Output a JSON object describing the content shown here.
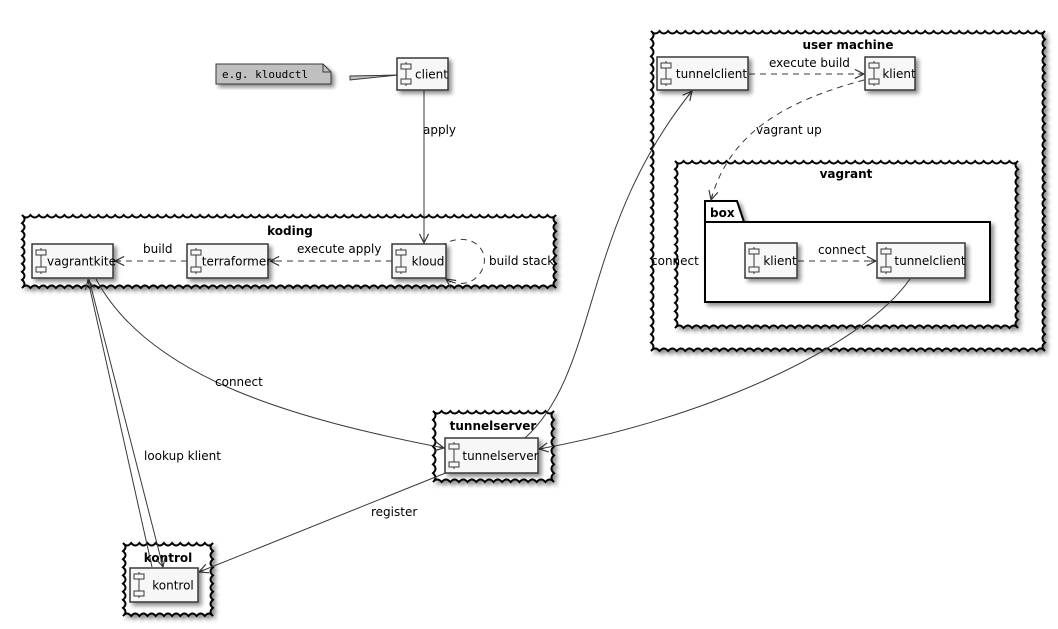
{
  "diagram": {
    "note": {
      "text": "e.g. kloudctl"
    },
    "containers": [
      {
        "id": "koding",
        "title": "koding",
        "style": "cloud"
      },
      {
        "id": "user_machine",
        "title": "user machine",
        "style": "cloud"
      },
      {
        "id": "vagrant",
        "title": "vagrant",
        "style": "cloud"
      },
      {
        "id": "box",
        "title": "box",
        "style": "folder"
      },
      {
        "id": "tunnelserver_node",
        "title": "tunnelserver",
        "style": "cloud"
      },
      {
        "id": "kontrol_node",
        "title": "kontrol",
        "style": "cloud"
      }
    ],
    "components": {
      "client": "client",
      "vagrantkite": "vagrantkite",
      "terraformer": "terraformer",
      "kloud": "kloud",
      "um_tunnelclient": "tunnelclient",
      "um_klient": "klient",
      "box_klient": "klient",
      "box_tunnelclient": "tunnelclient",
      "tunnelserver": "tunnelserver",
      "kontrol": "kontrol"
    },
    "edges": {
      "apply": "apply",
      "build": "build",
      "execute_apply": "execute apply",
      "build_stack": "build stack",
      "execute_build": "execute build",
      "vagrant_up": "vagrant up",
      "box_connect": "connect",
      "tc_connect": "connect",
      "vk_connect": "connect",
      "lookup_klient": "lookup klient",
      "register": "register"
    },
    "colors": {
      "component_fill": "#f7f7f7",
      "note_fill": "#c0c0c0",
      "line": "#383838",
      "border": "#000000"
    }
  }
}
